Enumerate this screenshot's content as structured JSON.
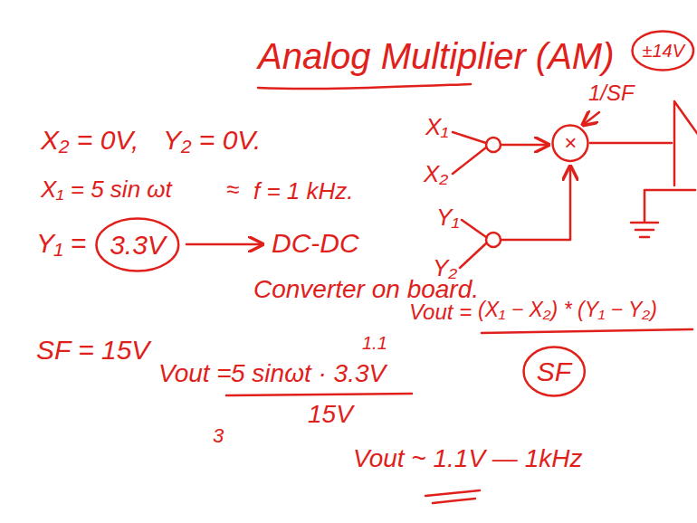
{
  "diagram": {
    "title": "Analog Multiplier (AM)",
    "nodes": [
      {
        "text": [
          "±14V"
        ]
      },
      {
        "text": [
          "×"
        ]
      },
      {
        "text": [
          "3.3V"
        ]
      },
      {
        "text": [
          "SF"
        ]
      }
    ],
    "labels": [
      "X₂ = 0V,",
      "Y₂ = 0V.",
      "X₁ = 5 sin ωt",
      "≈",
      "f = 1 kHz.",
      "Y₁ =",
      "DC-DC",
      "Converter on board.",
      "SF = 15V",
      "Vout =",
      "5 sinωt · 3.3V",
      "1.1",
      "15V",
      "3",
      "Vout ~ 1.1V — 1kHz",
      "X₁",
      "X₂",
      "Y₁",
      "Y₂",
      "1/SF",
      "Vout =",
      "(X₁ − X₂) * (Y₁ − Y₂)"
    ]
  }
}
